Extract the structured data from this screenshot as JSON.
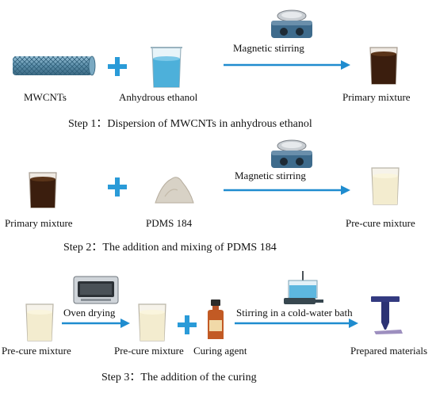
{
  "step1": {
    "item_a": "MWCNTs",
    "item_b": "Anhydrous ethanol",
    "process": "Magnetic stirring",
    "result": "Primary mixture",
    "caption": "Step 1：Dispersion of MWCNTs in anhydrous ethanol"
  },
  "step2": {
    "item_a": "Primary mixture",
    "item_b": "PDMS 184",
    "process": "Magnetic stirring",
    "result": "Pre-cure mixture",
    "caption": "Step 2：The addition and mixing of PDMS 184"
  },
  "step3": {
    "item_a": "Pre-cure mixture",
    "process_a": "Oven drying",
    "item_b": "Pre-cure mixture",
    "item_c": "Curing agent",
    "process_b": "Stirring in a cold-water bath",
    "result": "Prepared materials",
    "caption": "Step 3：The addition of the curing"
  },
  "colors": {
    "arrow": "#1f8ccf",
    "plus": "#2a9bd8",
    "dark_mixture": "#3b1e0e",
    "ethanol": "#3ca9d6",
    "pre_cure": "#f3eccf",
    "cnt": "#5b8da8"
  }
}
